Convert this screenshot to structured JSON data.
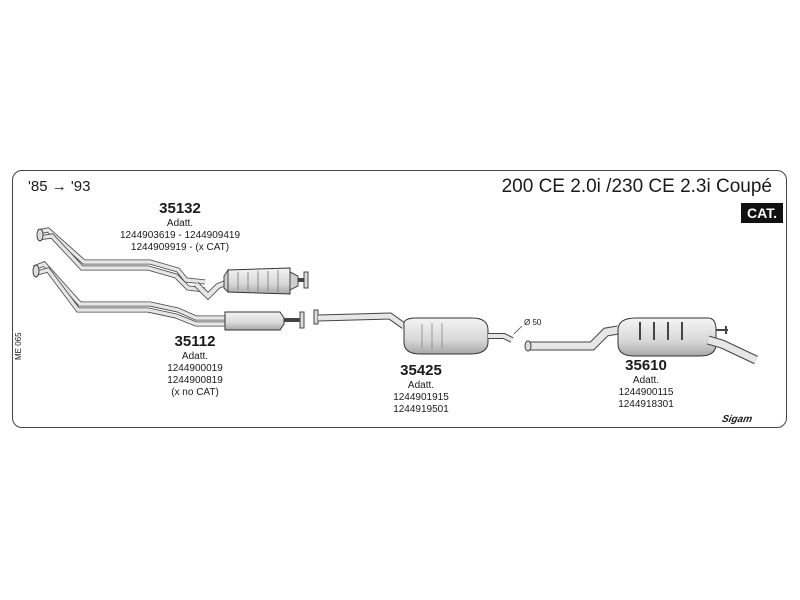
{
  "header": {
    "years_from": "'85",
    "years_arrow": "→",
    "years_to": "'93",
    "title": "200 CE 2.0i /230 CE 2.3i Coupé",
    "cat_badge": "CAT.",
    "side_code": "ME 065",
    "brand": "Sigam"
  },
  "parts": [
    {
      "number": "35132",
      "adatt": "Adatt.",
      "refs": [
        "1244903619 - 1244909419",
        "1244909919 - (x CAT)"
      ]
    },
    {
      "number": "35112",
      "adatt": "Adatt.",
      "refs": [
        "1244900019",
        "1244900819",
        "(x no CAT)"
      ]
    },
    {
      "number": "35425",
      "adatt": "Adatt.",
      "refs": [
        "1244901915",
        "1244919501"
      ]
    },
    {
      "number": "35610",
      "adatt": "Adatt.",
      "refs": [
        "1244900115",
        "1244918301"
      ]
    }
  ],
  "pipe_diameter": "Ø 50",
  "colors": {
    "line": "#444444",
    "fill": "#e4e4e4",
    "fill_dark": "#c8c8c8"
  }
}
